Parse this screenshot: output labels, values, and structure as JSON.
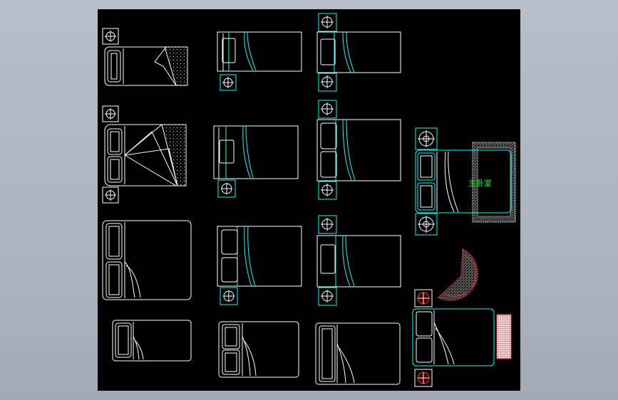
{
  "drawing": {
    "room_label": "主卧室",
    "colors": {
      "background": "#000000",
      "line_white": "#ffffff",
      "line_cyan": "#00ffff",
      "line_red": "#ff2020",
      "label_green": "#00ff00",
      "hatch_gray": "#b0b0b0",
      "frame": "#a9afbb"
    },
    "beds": [
      {
        "id": "bed-1",
        "style": "pillow-spread-hatched"
      },
      {
        "id": "bed-2",
        "style": "single-pillow-one-nightstand"
      },
      {
        "id": "bed-3",
        "style": "single-pillow-two-nightstands"
      },
      {
        "id": "bed-4",
        "style": "double-pillow-two-nightstands-hatched"
      },
      {
        "id": "bed-5",
        "style": "single-pillow-one-nightstand"
      },
      {
        "id": "bed-6",
        "style": "double-pillow-two-nightstands"
      },
      {
        "id": "bed-7",
        "style": "double-pillow"
      },
      {
        "id": "bed-8",
        "style": "double-pillow-one-nightstand"
      },
      {
        "id": "bed-9",
        "style": "single-pillow-two-nightstands"
      },
      {
        "id": "bed-10",
        "style": "single-pillow"
      },
      {
        "id": "bed-11",
        "style": "double-pillow"
      },
      {
        "id": "bed-12",
        "style": "single-pillow"
      },
      {
        "id": "bed-13",
        "style": "master-bed-with-rug"
      },
      {
        "id": "bed-14",
        "style": "bed-with-red-lamps"
      }
    ]
  }
}
